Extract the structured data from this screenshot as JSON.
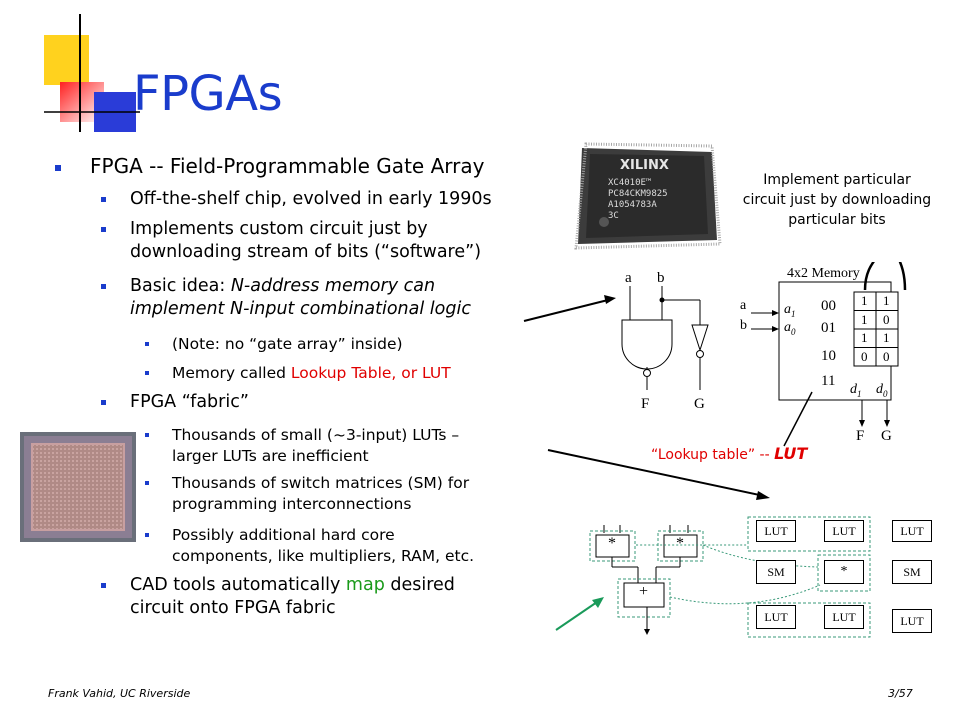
{
  "slide": {
    "title": "FPGAs",
    "bullets": {
      "b1": "FPGA -- Field-Programmable Gate Array",
      "b1_1": "Off-the-shelf chip, evolved in early 1990s",
      "b1_2a": "Implements custom circuit just by",
      "b1_2b": "downloading stream of bits (“software”)",
      "b1_3a_pre": "Basic idea: ",
      "b1_3a_it": "N-address memory can",
      "b1_3b_it": "implement N-input combinational logic",
      "b1_3_1": "(Note: no “gate array” inside)",
      "b1_3_2_pre": "Memory called ",
      "b1_3_2_red": "Lookup Table, or LUT",
      "b2": "FPGA “fabric”",
      "b2_1a": "Thousands of small (~3-input) LUTs –",
      "b2_1b": "larger LUTs are inefficient",
      "b2_2a": "Thousands of switch matrices (SM) for",
      "b2_2b": "programming interconnections",
      "b2_3a": "Possibly additional hard core",
      "b2_3b": "components, like multipliers, RAM, etc.",
      "b3a_pre": "CAD tools automatically ",
      "b3a_green": "map",
      "b3a_post": " desired",
      "b3b": "circuit onto FPGA fabric"
    },
    "callout": {
      "line1": "Implement particular",
      "line2": "circuit just by downloading",
      "line3": "particular bits"
    },
    "lut_caption_pre": "“Lookup table” -- ",
    "lut_caption_bold": "LUT",
    "chip_text": [
      "XILINX",
      "XC4010E™",
      "PC84CKM9825",
      "A1054783A",
      "3C"
    ],
    "memory": {
      "title": "4x2 Memory",
      "addr_in": [
        "a",
        "b"
      ],
      "addr_labels": [
        "a1",
        "a0"
      ],
      "addresses": [
        "00",
        "01",
        "10",
        "11"
      ],
      "bits": [
        [
          "1",
          "1"
        ],
        [
          "1",
          "0"
        ],
        [
          "1",
          "1"
        ],
        [
          "0",
          "0"
        ]
      ],
      "data_labels": [
        "d1",
        "d0"
      ],
      "outputs": [
        "F",
        "G"
      ]
    },
    "gates": {
      "inputs": [
        "a",
        "b"
      ],
      "outputs": [
        "F",
        "G"
      ]
    },
    "fabric": {
      "mult1": "*",
      "mult2": "*",
      "adder": "+",
      "cells": [
        "LUT",
        "LUT",
        "LUT",
        "SM",
        "*",
        "SM",
        "LUT",
        "LUT",
        "LUT"
      ]
    },
    "footer": {
      "author": "Frank Vahid, UC Riverside",
      "page": "3/57"
    }
  }
}
